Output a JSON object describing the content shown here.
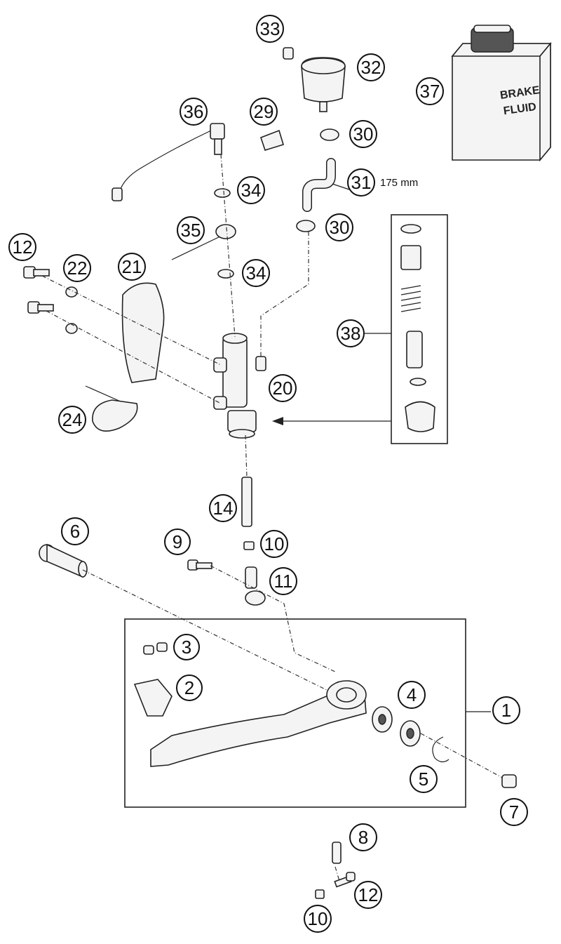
{
  "callouts": {
    "p1": "1",
    "p2": "2",
    "p3": "3",
    "p4": "4",
    "p5": "5",
    "p6": "6",
    "p7": "7",
    "p8": "8",
    "p9": "9",
    "p10a": "10",
    "p10b": "10",
    "p11": "11",
    "p12a": "12",
    "p12b": "12",
    "p14": "14",
    "p20": "20",
    "p21": "21",
    "p22": "22",
    "p24": "24",
    "p29": "29",
    "p30a": "30",
    "p30b": "30",
    "p31": "31",
    "p32": "32",
    "p33": "33",
    "p34a": "34",
    "p34b": "34",
    "p35": "35",
    "p36": "36",
    "p37": "37",
    "p38": "38"
  },
  "hose_length_note": "175 mm",
  "brake_fluid_can": {
    "line1": "BRAKE",
    "line2": "FLUID"
  }
}
